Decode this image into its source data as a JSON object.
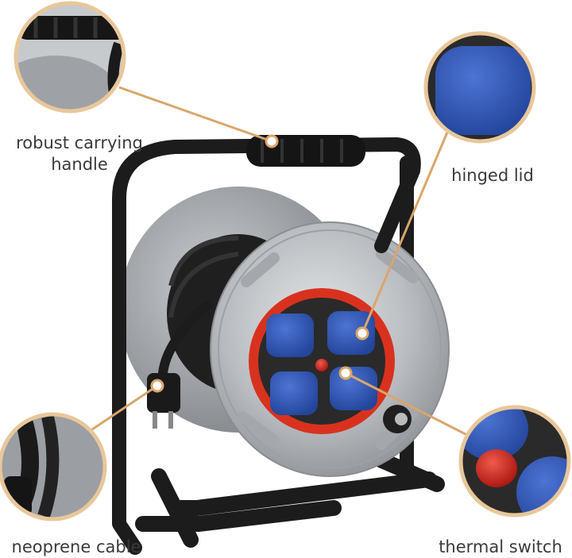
{
  "callouts": {
    "handle": {
      "line1": "robust carrying",
      "line2": "handle"
    },
    "lid": {
      "label": "hinged lid"
    },
    "cable": {
      "label": "neoprene cable"
    },
    "thermal": {
      "label": "thermal switch"
    }
  },
  "colors": {
    "callout_ring": "#e8c79a",
    "callout_line": "#d9a66b",
    "frame": "#1c1c1c",
    "drum": "#b9bcc0",
    "socket_blue": "#2f57b7",
    "ring_red": "#d8321f",
    "thermal_red": "#d0211c"
  }
}
